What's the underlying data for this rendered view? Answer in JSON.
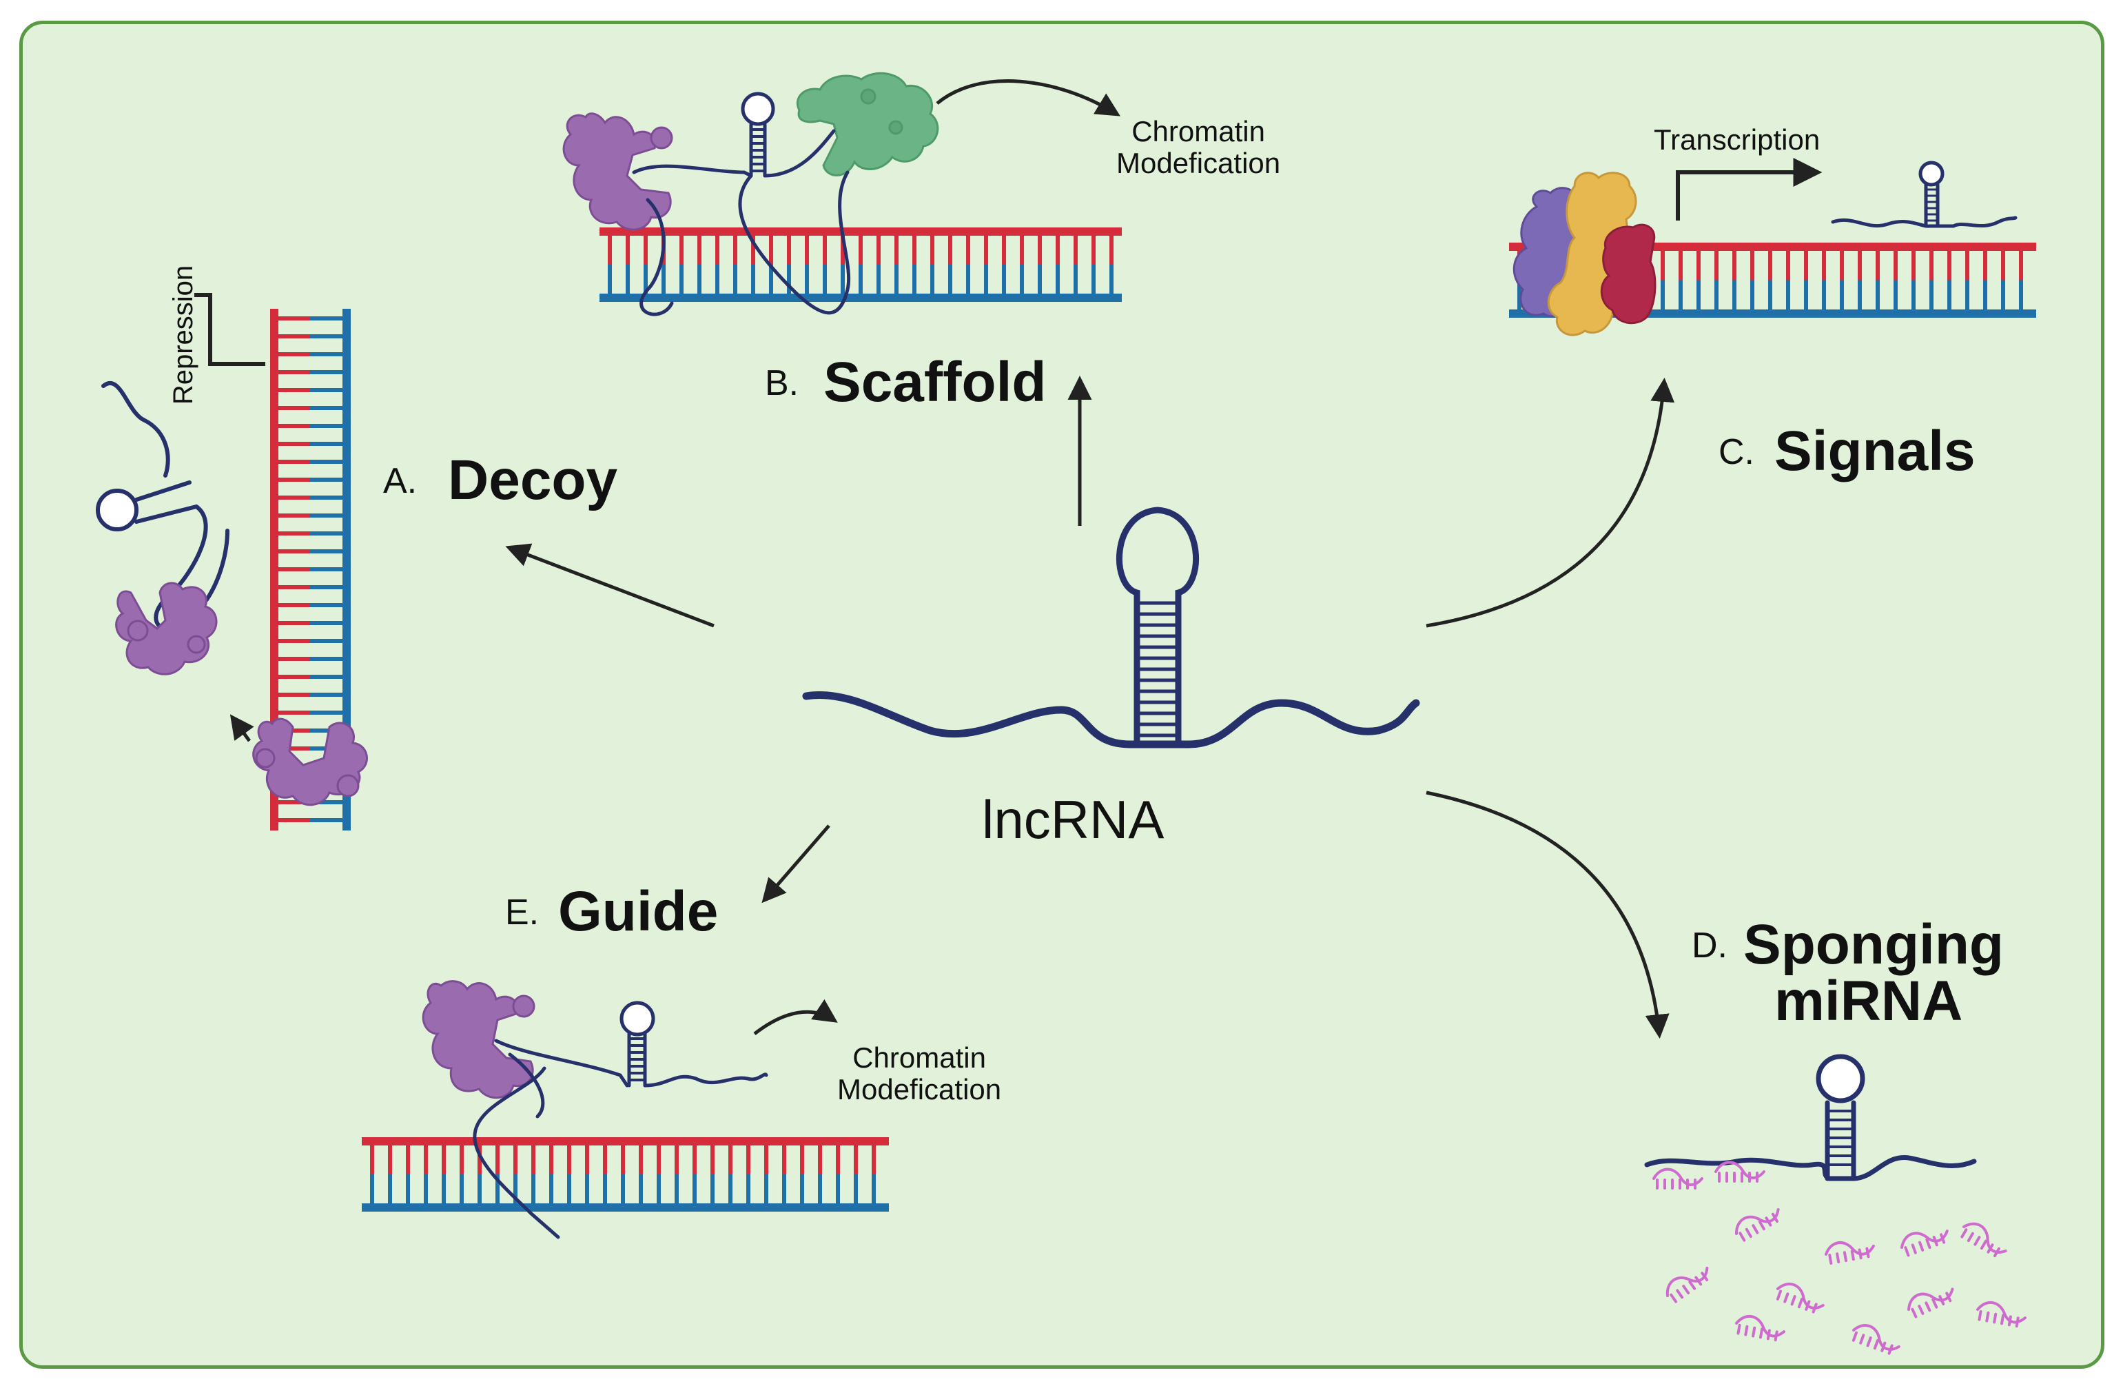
{
  "center_label": "lncRNA",
  "mechanisms": [
    {
      "letter": "A.",
      "name": "Decoy"
    },
    {
      "letter": "B.",
      "name": "Scaffold"
    },
    {
      "letter": "C.",
      "name": "Signals"
    },
    {
      "letter": "D.",
      "name": "Sponging",
      "name2": "miRNA"
    },
    {
      "letter": "E.",
      "name": "Guide"
    }
  ],
  "annotations": {
    "repression": "Repression",
    "chromatin_b": [
      "Chromatin",
      "Modefication"
    ],
    "transcription": "Transcription",
    "chromatin_e": [
      "Chromatin",
      "Modefication"
    ]
  },
  "colors": {
    "background": "#e2f2da",
    "border": "#5a9a45",
    "rna": "#26306b",
    "dna_red": "#d42c3a",
    "dna_blue": "#1f6fa8",
    "protein_purple": "#9b6bb0",
    "protein_green": "#6bb485",
    "protein_yellow": "#e7b84f",
    "protein_crimson": "#b0284a",
    "protein_violet": "#7d6ab6",
    "mirna_pink": "#cf6bcf"
  }
}
